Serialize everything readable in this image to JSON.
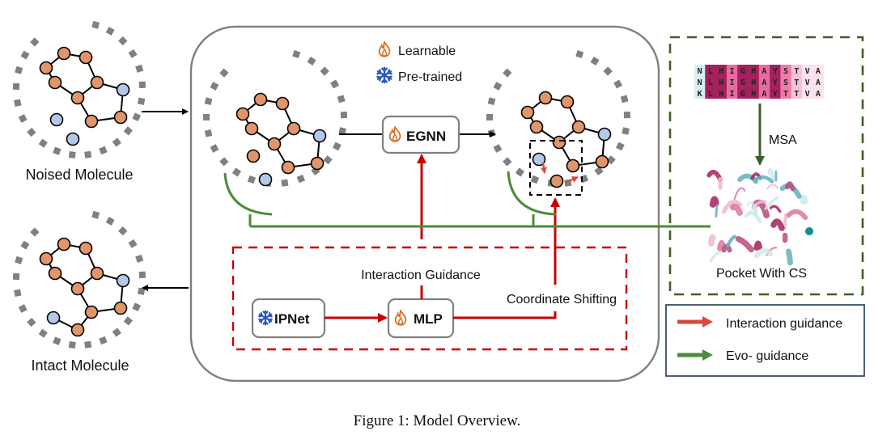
{
  "figure": {
    "caption": "Figure 1: Model Overview."
  },
  "labels": {
    "noised_molecule": "Noised Molecule",
    "intact_molecule": "Intact Molecule",
    "interaction_guidance": "Interaction Guidance",
    "coordinate_shifting": "Coordinate Shifting",
    "msa": "MSA",
    "pocket": "Pocket With CS"
  },
  "key": {
    "learnable": "Learnable",
    "pretrained": "Pre-trained"
  },
  "modules": {
    "egnn": "EGNN",
    "mlp": "MLP",
    "ipnet": "IPNet"
  },
  "legend": {
    "items": [
      {
        "label": "Interaction guidance",
        "color": "#d9483b"
      },
      {
        "label": "Evo- guidance",
        "color": "#4f8a3a"
      }
    ]
  },
  "msa": {
    "rows": [
      [
        "N",
        "L",
        "H",
        "I",
        "G",
        "H",
        "A",
        "Y",
        "S",
        "T",
        "V",
        "A"
      ],
      [
        "N",
        "L",
        "H",
        "I",
        "G",
        "H",
        "A",
        "Y",
        "S",
        "T",
        "V",
        "A"
      ],
      [
        "K",
        "L",
        "H",
        "I",
        "G",
        "H",
        "A",
        "Y",
        "T",
        "T",
        "V",
        "A"
      ]
    ],
    "column_colors": [
      "#d6eeee",
      "#a3215e",
      "#a3215e",
      "#e86b9f",
      "#a3215e",
      "#a3215e",
      "#e86b9f",
      "#a3215e",
      "#ef7aa8",
      "#f7c2d8",
      "#fbe3ee",
      "#fbe3ee"
    ]
  },
  "colors": {
    "atom_orange": "#e0956a",
    "atom_blue": "#b3c8e8",
    "pocket_gray": "#808080",
    "red": "#c80000",
    "green": "#4f8a3a",
    "dark_green": "#3f5f2a",
    "flame": "#d96a1e",
    "snowflake": "#2a59b8"
  }
}
